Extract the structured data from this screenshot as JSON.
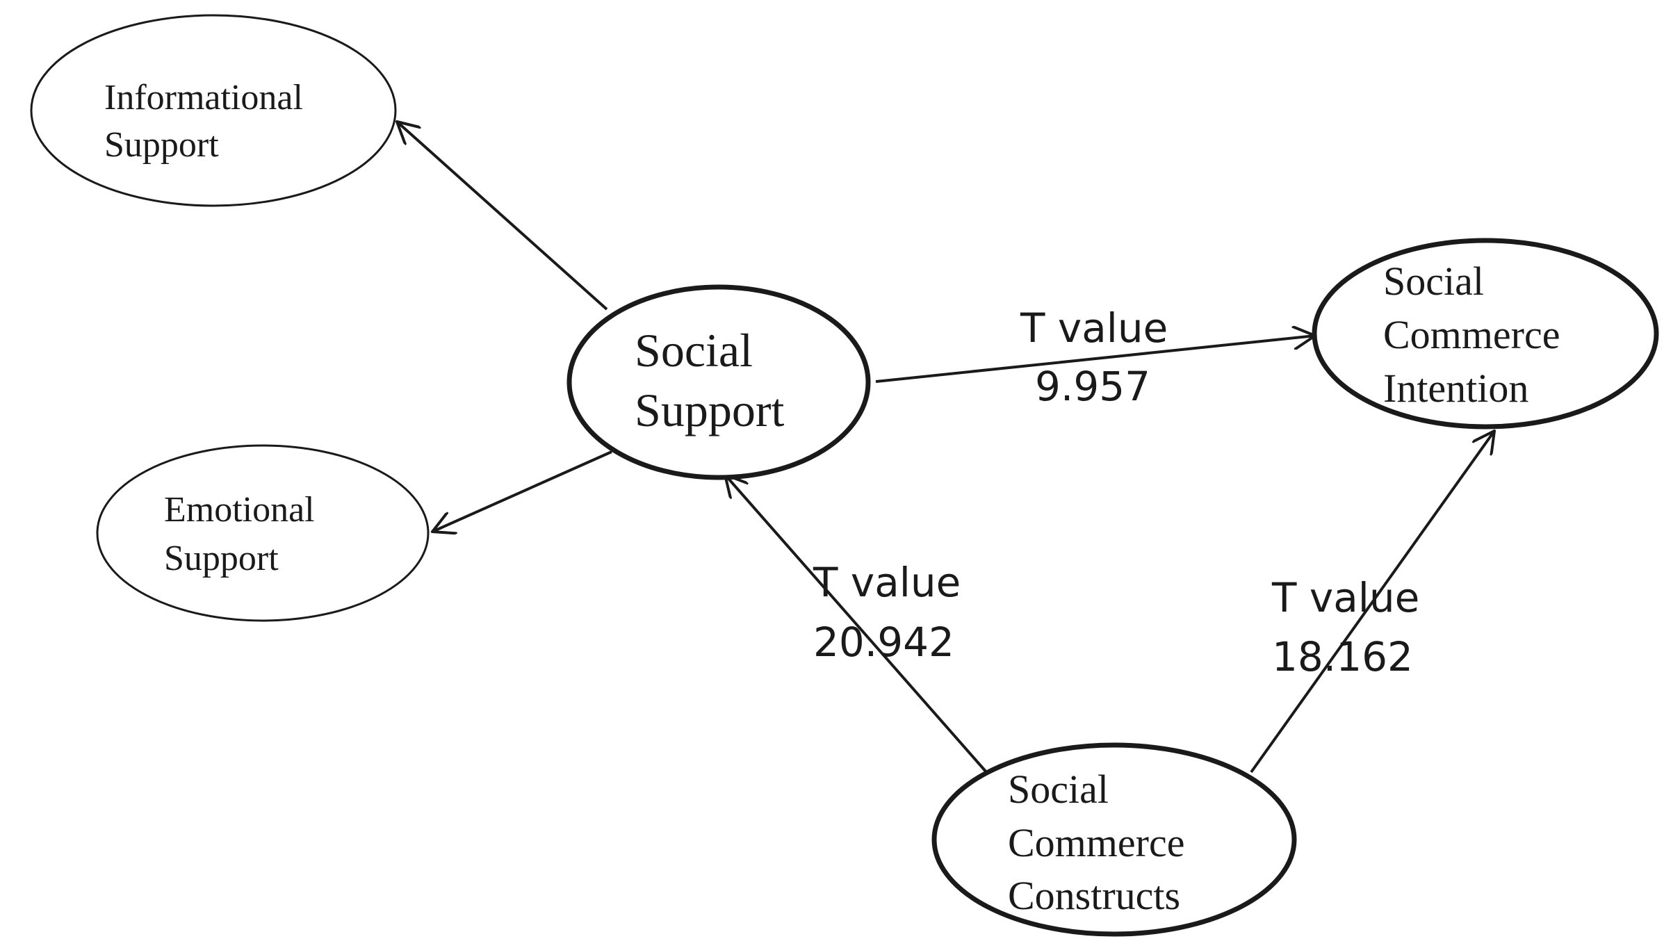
{
  "nodes": {
    "informational_support": {
      "line1": "Informational",
      "line2": "Support"
    },
    "emotional_support": {
      "line1": "Emotional",
      "line2": "Support"
    },
    "social_support": {
      "line1": "Social",
      "line2": "Support"
    },
    "social_commerce_intention": {
      "line1": "Social",
      "line2": "Commerce",
      "line3": "Intention"
    },
    "social_commerce_constructs": {
      "line1": "Social",
      "line2": "Commerce",
      "line3": "Constructs"
    }
  },
  "edges": {
    "support_to_intention": {
      "label": "T value",
      "value": "9.957"
    },
    "constructs_to_support": {
      "label": "T value",
      "value": "20.942"
    },
    "constructs_to_intention": {
      "label": "T value",
      "value": "18.162"
    }
  },
  "colors": {
    "stroke": "#1a1a1a",
    "background": "#ffffff"
  }
}
